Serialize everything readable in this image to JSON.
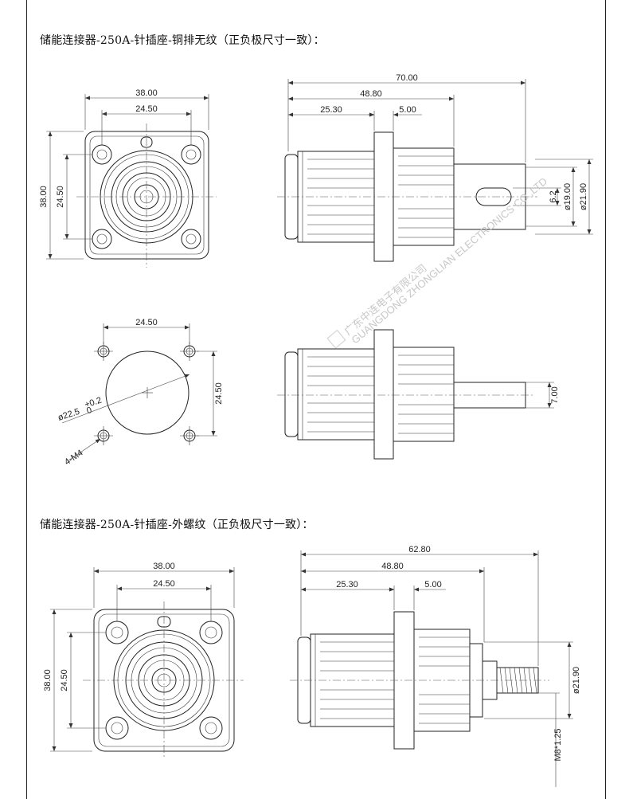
{
  "sections": [
    {
      "heading": "储能连接器-250A-针插座-铜排无纹（正负极尺寸一致）：",
      "front_view": {
        "width": "38.00",
        "hole_spacing_h": "24.50",
        "height": "38.00",
        "hole_spacing_v": "24.50"
      },
      "side_view": {
        "total_length": "70.00",
        "length_2": "48.80",
        "length_3": "25.30",
        "flange_thickness": "5.00",
        "slot_width": "6.2",
        "dia_1": "ø19.00",
        "dia_2": "ø21.90"
      },
      "panel_cutout": {
        "hole_spacing_h": "24.50",
        "hole_spacing_v": "24.50",
        "hole_dia_label": "ø22.5",
        "tol_upper": "+0.2",
        "tol_lower": "0",
        "screw_label": "4-M4"
      },
      "side_view_2": {
        "pin_dia": "7.00"
      }
    },
    {
      "heading": "储能连接器-250A-针插座-外螺纹（正负极尺寸一致）：",
      "front_view": {
        "width": "38.00",
        "hole_spacing_h": "24.50",
        "height": "38.00",
        "hole_spacing_v": "24.50"
      },
      "side_view": {
        "total_length": "62.80",
        "length_2": "48.80",
        "length_3": "25.30",
        "flange_thickness": "5.00",
        "dia_2": "ø21.90",
        "thread": "M8*1.25"
      }
    }
  ],
  "watermark": {
    "cn": "广东中连电子有限公司",
    "en": "GUANGDONG ZHONGLIAN ELECTRONICS CO.,LTD"
  }
}
